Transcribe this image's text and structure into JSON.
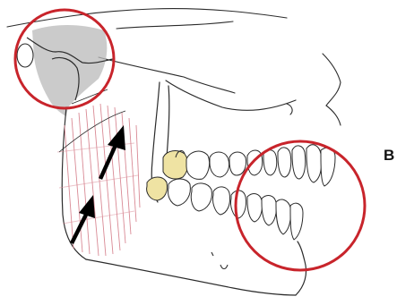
{
  "figure": {
    "panel_label": "B",
    "colors": {
      "ink": "#2b2b2b",
      "circle": "#c8242b",
      "joint_shade": "#b9b9b9",
      "muscle": "#d98a95",
      "arrow": "#000000",
      "tooth_highlight": "#efe3a3",
      "background": "#ffffff"
    },
    "annotations": [
      "tmj-circle",
      "incisor-circle",
      "muscle-force-arrows"
    ]
  }
}
